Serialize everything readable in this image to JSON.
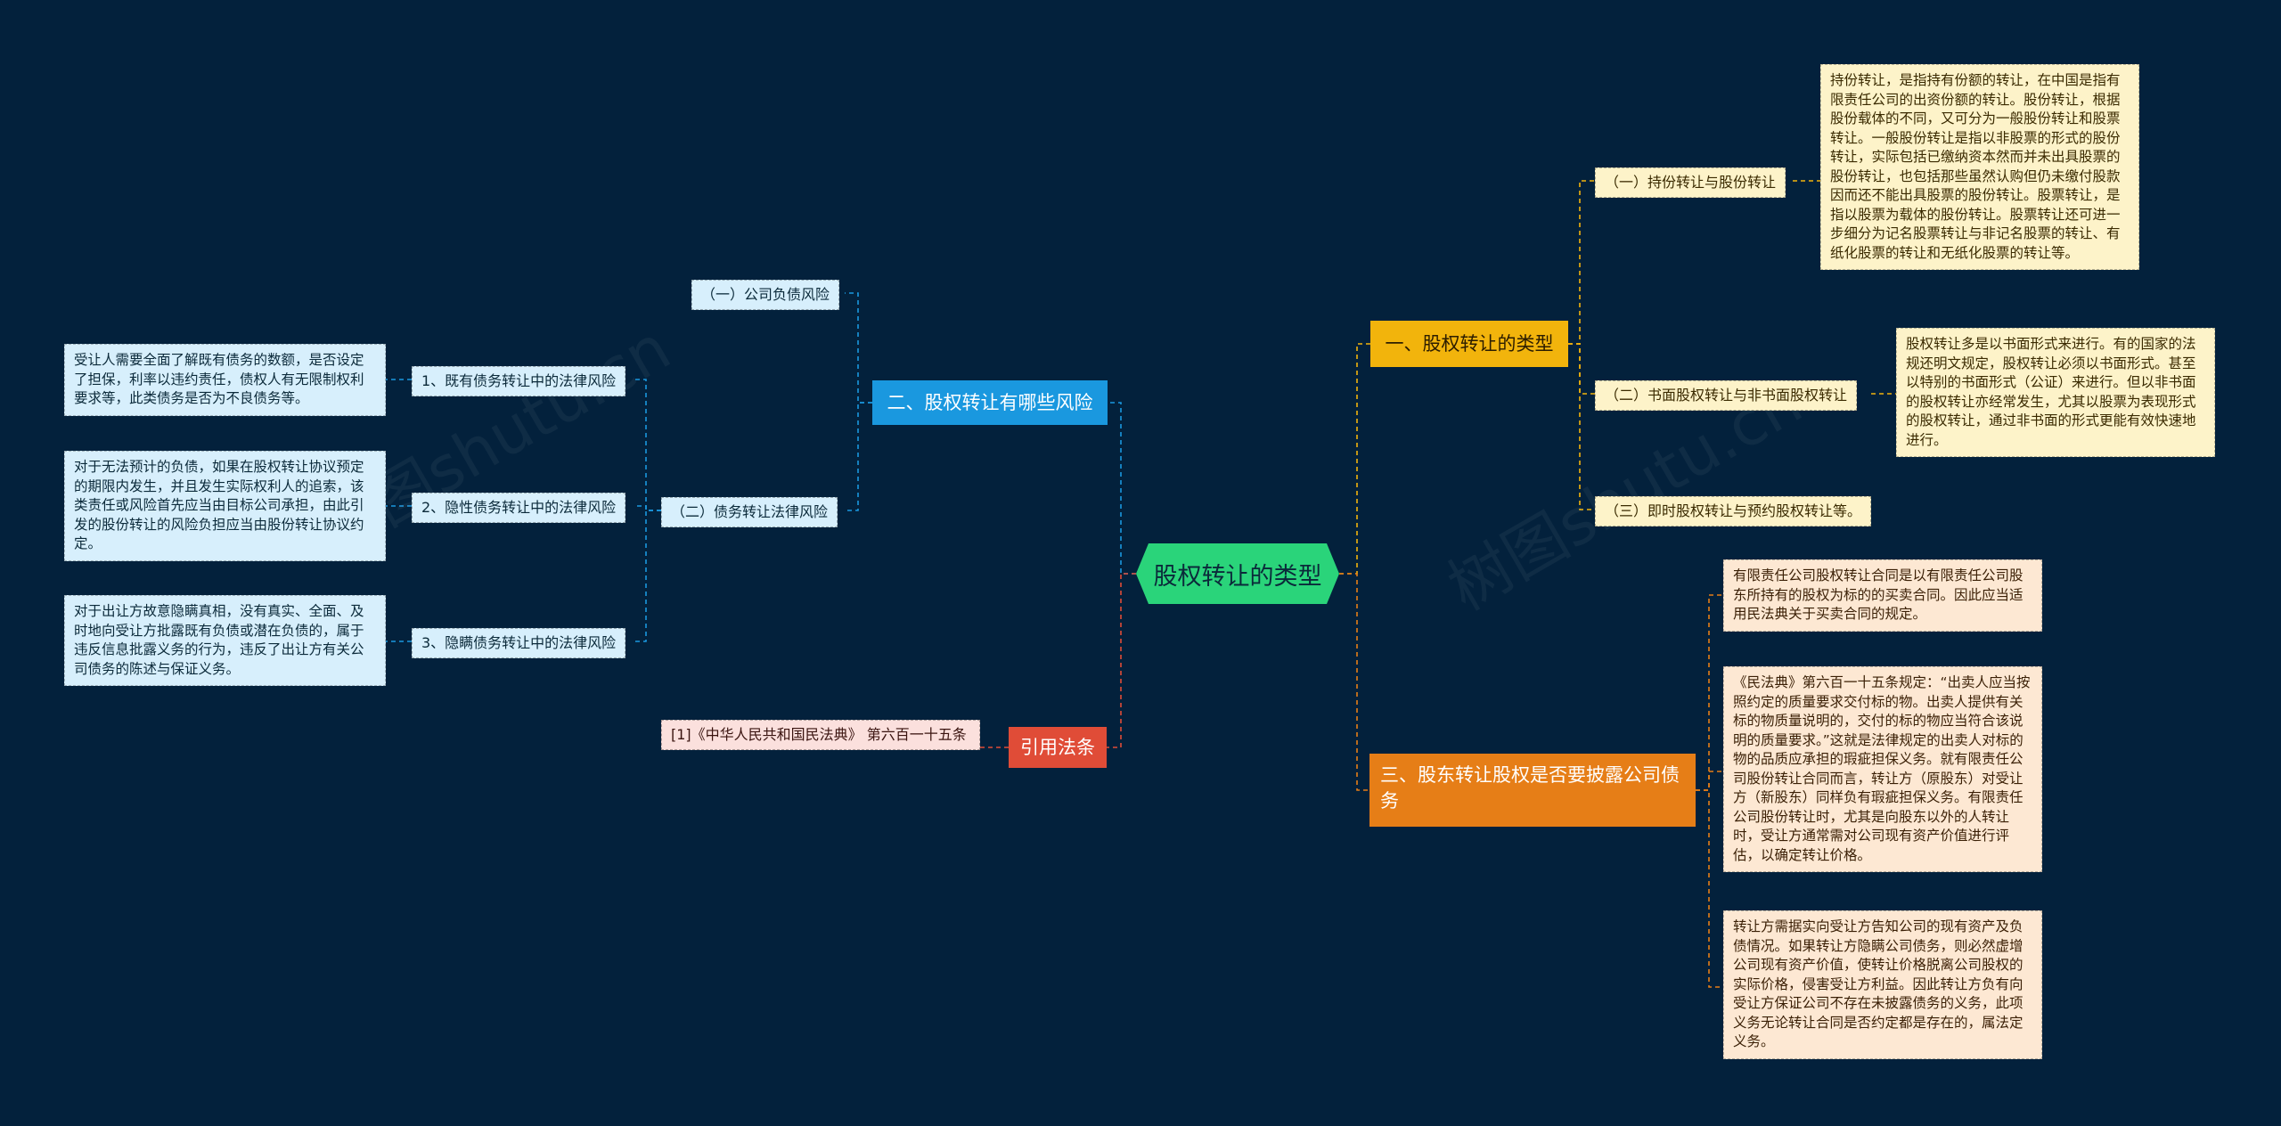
{
  "watermark": "树图shutu.cn",
  "center": {
    "label": "股权转让的类型"
  },
  "branches": {
    "b1": {
      "label": "一、股权转让的类型",
      "children": [
        {
          "label": "（一）持份转让与股份转让",
          "detail": "持份转让，是指持有份额的转让，在中国是指有限责任公司的出资份额的转让。股份转让，根据股份载体的不同，又可分为一般股份转让和股票转让。一般股份转让是指以非股票的形式的股份转让，实际包括已缴纳资本然而并未出具股票的股份转让，也包括那些虽然认购但仍未缴付股款因而还不能出具股票的股份转让。股票转让，是指以股票为载体的股份转让。股票转让还可进一步细分为记名股票转让与非记名股票的转让、有纸化股票的转让和无纸化股票的转让等。"
        },
        {
          "label": "（二）书面股权转让与非书面股权转让",
          "detail": "股权转让多是以书面形式来进行。有的国家的法规还明文规定，股权转让必须以书面形式。甚至以特别的书面形式（公证）来进行。但以非书面的股权转让亦经常发生，尤其以股票为表现形式的股权转让，通过非书面的形式更能有效快速地进行。"
        },
        {
          "label": "（三）即时股权转让与预约股权转让等。"
        }
      ]
    },
    "b2": {
      "label": "二、股权转让有哪些风险",
      "children": [
        {
          "label": "（一）公司负债风险"
        },
        {
          "label": "（二）债务转让法律风险",
          "children": [
            {
              "label": "1、既有债务转让中的法律风险",
              "detail": "受让人需要全面了解既有债务的数额，是否设定了担保，利率以违约责任，债权人有无限制权利要求等，此类债务是否为不良债务等。"
            },
            {
              "label": "2、隐性债务转让中的法律风险",
              "detail": "对于无法预计的负债，如果在股权转让协议预定的期限内发生，并且发生实际权利人的追索，该类责任或风险首先应当由目标公司承担，由此引发的股份转让的风险负担应当由股份转让协议约定。"
            },
            {
              "label": "3、隐瞒债务转让中的法律风险",
              "detail": "对于出让方故意隐瞒真相，没有真实、全面、及时地向受让方批露既有负债或潜在负债的，属于违反信息批露义务的行为，违反了出让方有关公司债务的陈述与保证义务。"
            }
          ]
        }
      ]
    },
    "b3": {
      "label": "三、股东转让股权是否要披露公司债务",
      "details": [
        "有限责任公司股权转让合同是以有限责任公司股东所持有的股权为标的的买卖合同。因此应当适用民法典关于买卖合同的规定。",
        "《民法典》第六百一十五条规定：“出卖人应当按照约定的质量要求交付标的物。出卖人提供有关标的物质量说明的，交付的标的物应当符合该说明的质量要求。”这就是法律规定的出卖人对标的物的品质应承担的瑕疵担保义务。就有限责任公司股份转让合同而言，转让方（原股东）对受让方（新股东）同样负有瑕疵担保义务。有限责任公司股份转让时，尤其是向股东以外的人转让时，受让方通常需对公司现有资产价值进行评估，以确定转让价格。",
        "转让方需据实向受让方告知公司的现有资产及负债情况。如果转让方隐瞒公司债务，则必然虚增公司现有资产价值，使转让价格脱离公司股权的实际价格，侵害受让方利益。因此转让方负有向受让方保证公司不存在未披露债务的义务，此项义务无论转让合同是否约定都是存在的，属法定义务。"
      ]
    },
    "b4": {
      "label": "引用法条",
      "children": [
        {
          "label": "[1]《中华人民共和国民法典》 第六百一十五条"
        }
      ]
    }
  },
  "colors": {
    "background": "#03213c",
    "center": "#2ad47a",
    "b1": "#f2b40c",
    "b2": "#1a98df",
    "b3": "#e67e17",
    "b4": "#e04c37"
  }
}
